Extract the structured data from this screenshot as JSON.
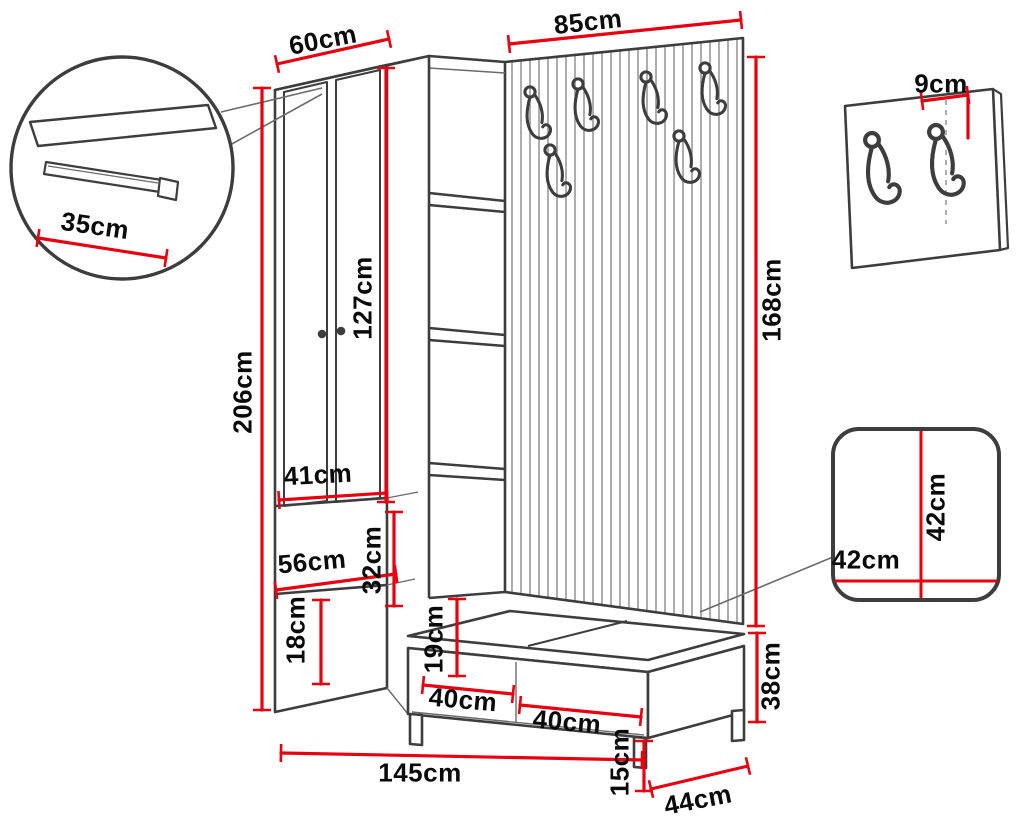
{
  "diagram": {
    "type": "furniture-dimension-diagram",
    "subject": "hallway wardrobe set with slatted coat-hook panel and shoe bench",
    "unit": "cm"
  },
  "colors": {
    "outline": "#3d3d3d",
    "dimension_line": "#e8000f",
    "label_text": "#0a0a0a",
    "background": "#ffffff"
  },
  "labels": {
    "drawer_rail_length": "35cm",
    "wardrobe_top_depth": "60cm",
    "total_height": "206cm",
    "door_height": "127cm",
    "wardrobe_inner_width": "41cm",
    "lower_shelf_width": "56cm",
    "lower_section_height": "32cm",
    "bottom_shelf_height": "18cm",
    "panel_width": "85cm",
    "panel_height": "168cm",
    "hook_panel_depth": "9cm",
    "bench_seat_height": "19cm",
    "bench_width_upper": "40cm",
    "bench_width_lower": "40cm",
    "bench_height": "38cm",
    "plinth_height": "15cm",
    "bench_depth": "44cm",
    "total_width": "145cm",
    "seat_detail_height": "42cm",
    "seat_detail_width": "42cm"
  }
}
